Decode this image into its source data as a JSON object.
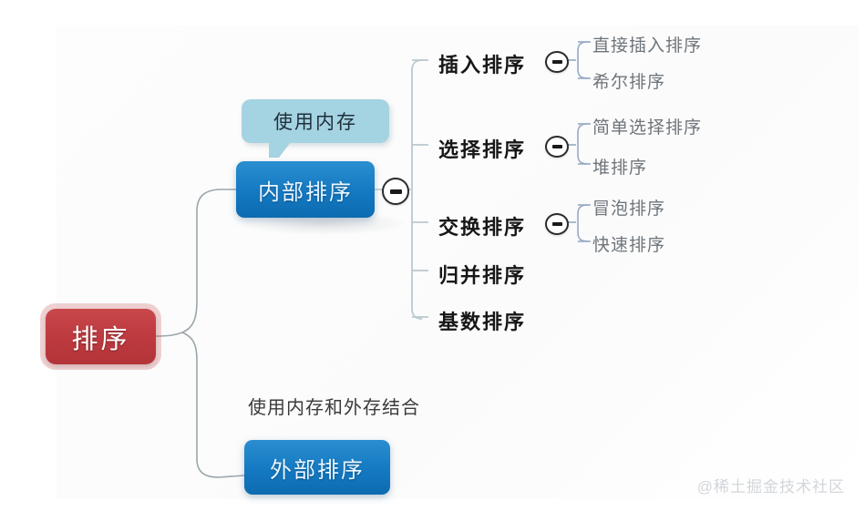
{
  "diagram": {
    "title": "排序",
    "watermark": "@稀土掘金技术社区",
    "colors": {
      "root": "#bd3a3f",
      "node": "#1479c2",
      "callout": "#a4d3e2",
      "branch_text": "#161616",
      "leaf_text": "#6e757b",
      "connector": "#9aa6ac",
      "bracket": "#b9c9cf"
    },
    "root": {
      "label": "排序"
    },
    "nodes": {
      "internal": {
        "label": "内部排序",
        "callout": "使用内存",
        "toggle_icon": "minus-circle-icon"
      },
      "external": {
        "label": "外部排序",
        "note": "使用内存和外存结合"
      }
    },
    "branches": [
      {
        "label": "插入排序",
        "toggle_icon": "minus-circle-icon",
        "children": [
          "直接插入排序",
          "希尔排序"
        ]
      },
      {
        "label": "选择排序",
        "toggle_icon": "minus-circle-icon",
        "children": [
          "简单选择排序",
          "堆排序"
        ]
      },
      {
        "label": "交换排序",
        "toggle_icon": "minus-circle-icon",
        "children": [
          "冒泡排序",
          "快速排序"
        ]
      },
      {
        "label": "归并排序",
        "children": []
      },
      {
        "label": "基数排序",
        "children": []
      }
    ]
  }
}
